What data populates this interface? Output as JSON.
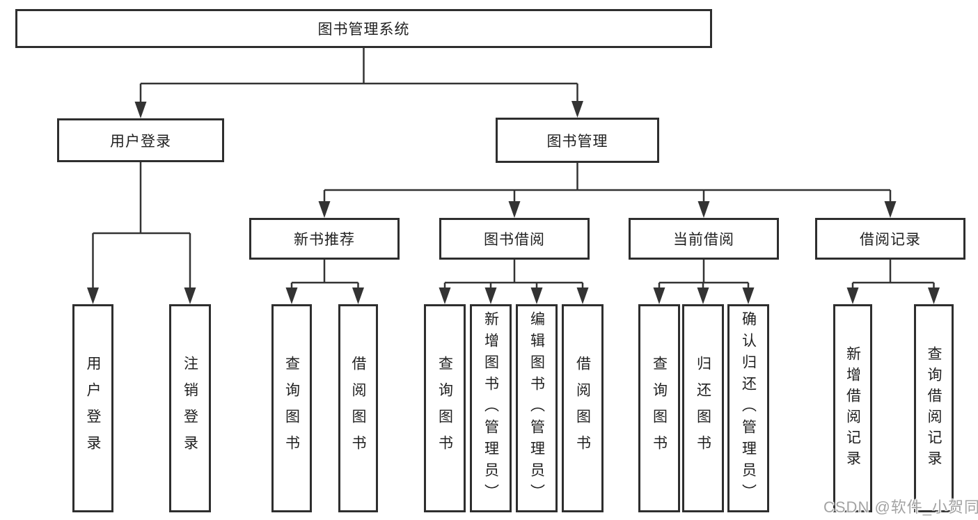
{
  "diagram": {
    "root": {
      "label": "图书管理系统",
      "children": [
        {
          "label": "用户登录",
          "children": [
            {
              "label": "用户登录"
            },
            {
              "label": "注销登录"
            }
          ]
        },
        {
          "label": "图书管理",
          "children": [
            {
              "label": "新书推荐",
              "children": [
                {
                  "label": "查询图书"
                },
                {
                  "label": "借阅图书"
                }
              ]
            },
            {
              "label": "图书借阅",
              "children": [
                {
                  "label": "查询图书"
                },
                {
                  "label": "新增图书（管理员）"
                },
                {
                  "label": "编辑图书（管理员）"
                },
                {
                  "label": "借阅图书"
                }
              ]
            },
            {
              "label": "当前借阅",
              "children": [
                {
                  "label": "查询图书"
                },
                {
                  "label": "归还图书"
                },
                {
                  "label": "确认归还（管理员）"
                }
              ]
            },
            {
              "label": "借阅记录",
              "children": [
                {
                  "label": "新增借阅记录"
                },
                {
                  "label": "查询借阅记录"
                }
              ]
            }
          ]
        }
      ]
    }
  },
  "watermark": {
    "text": "CSDN @软件_小贺同学"
  },
  "colors": {
    "line": "#333333",
    "box-border": "#2e2e2e",
    "text": "#1f1f1f",
    "watermark": "#a3a3a3",
    "background": "#ffffff"
  }
}
